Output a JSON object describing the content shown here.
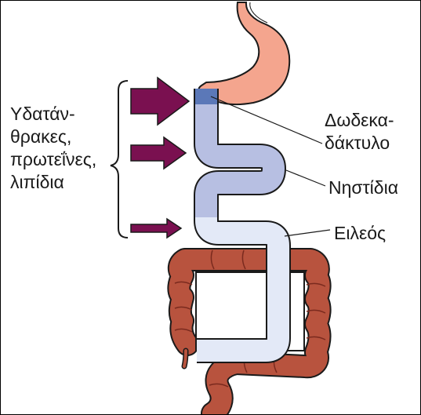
{
  "labels": {
    "nutrients": [
      "Υδατάν-",
      "θρακες,",
      "πρωτεΐνες,",
      "λιπίδια"
    ],
    "duodenum": [
      "Δωδεκα-",
      "δάκτυλο"
    ],
    "jejunum": "Νηστίδια",
    "ileum": "Ειλεός"
  },
  "colors": {
    "stomach": "#f4a58e",
    "duodenum": "#5b78b8",
    "jejunum": "#b7bfe2",
    "ileum": "#e3e9f7",
    "colon": "#b8533e",
    "arrows": "#7a1050",
    "outline": "#1a1a1a"
  }
}
